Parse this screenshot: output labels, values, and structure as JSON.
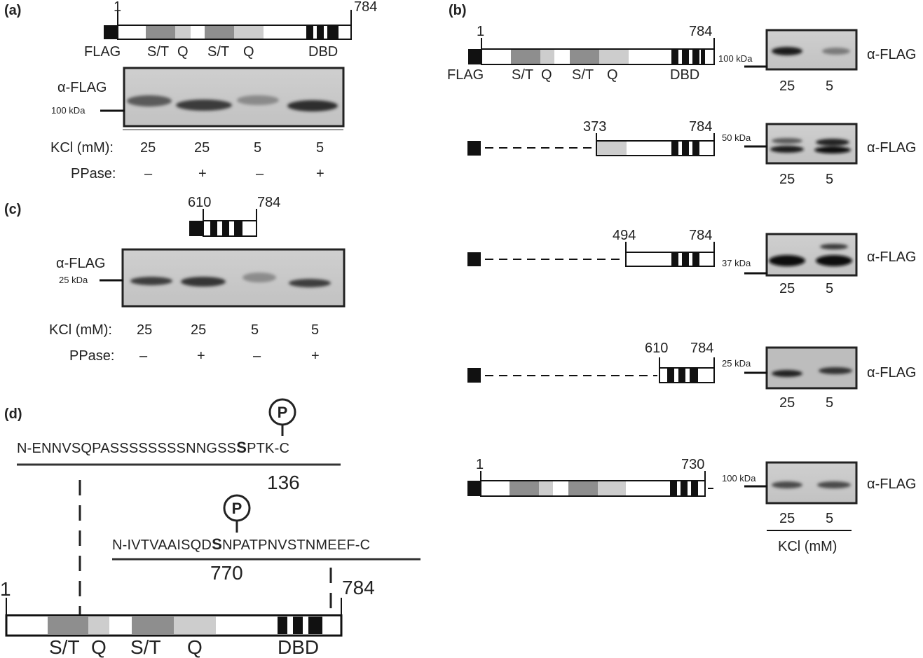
{
  "panels": {
    "a": "(a)",
    "b": "(b)",
    "c": "(c)",
    "d": "(d)"
  },
  "domains": {
    "flag": "FLAG",
    "st": "S/T",
    "q": "Q",
    "dbd": "DBD"
  },
  "positions": {
    "p1": "1",
    "p784": "784",
    "p373": "373",
    "p494": "494",
    "p610": "610",
    "p730": "730"
  },
  "antibody": "α-FLAG",
  "markers": {
    "kda100": "100 kDa",
    "kda50": "50 kDa",
    "kda37": "37 kDa",
    "kda25": "25 kDa"
  },
  "row_labels": {
    "kcl": "KCl (mM):",
    "ppase": "PPase:",
    "kcl_units": "KCl (mM)"
  },
  "lanes4": {
    "kcl": [
      "25",
      "25",
      "5",
      "5"
    ],
    "ppase": [
      "–",
      "+",
      "–",
      "+"
    ]
  },
  "lanes2": [
    "25",
    "5"
  ],
  "phospho": {
    "symbol": "P",
    "seq1": {
      "pre": "N-ENNVSQPASSSSSSSSNNGSS",
      "site": "S",
      "post": "PTK-C",
      "residue": "136"
    },
    "seq2": {
      "pre": "N-IVTVAAISQD",
      "site": "S",
      "post": "NPATPNVSTNMEEF-C",
      "residue": "770"
    }
  }
}
